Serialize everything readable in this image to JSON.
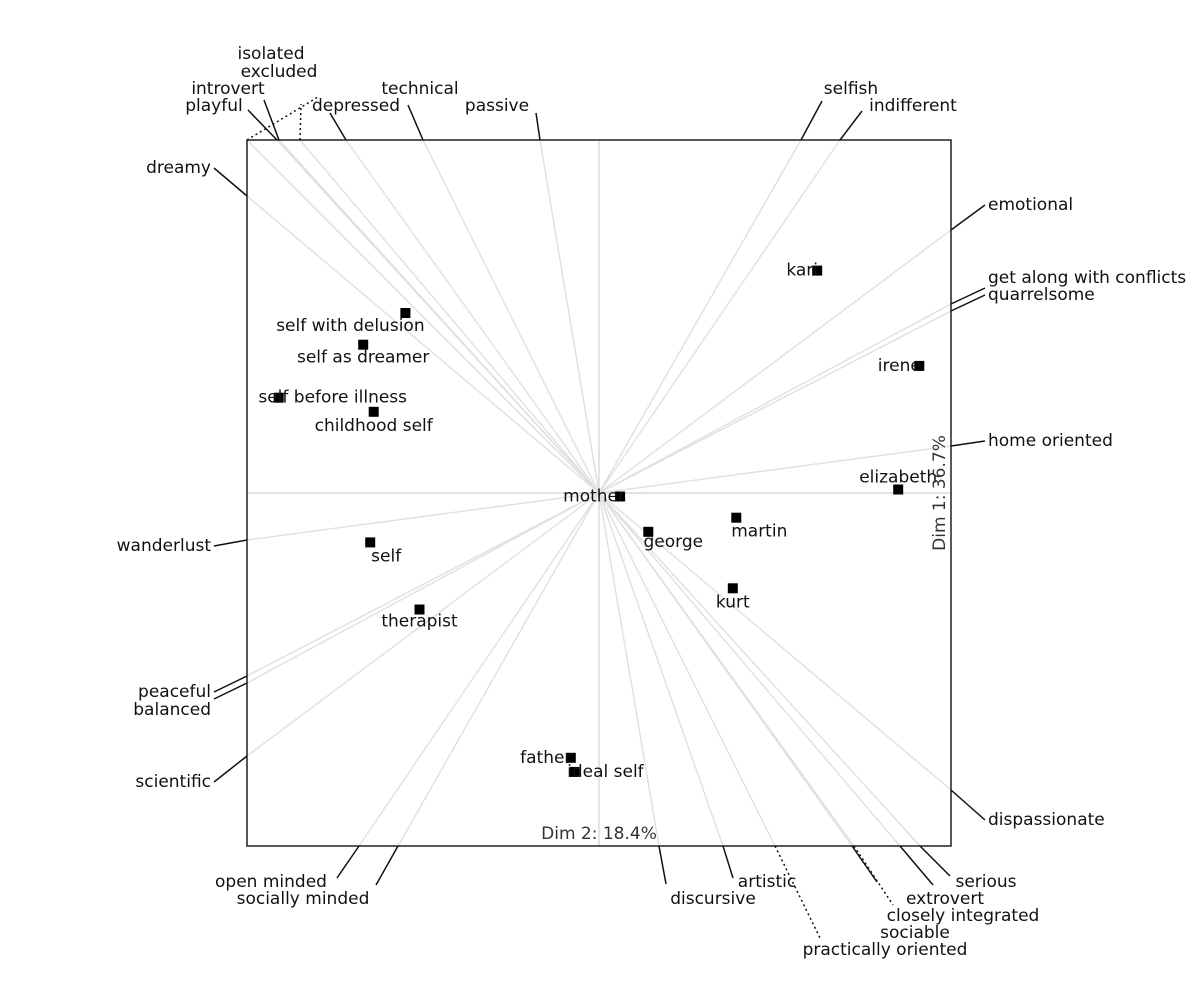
{
  "chart_data": {
    "type": "scatter",
    "xlabel": "Dim 2: 18.4%",
    "ylabel": "Dim 1: 36.7%",
    "xlim": [
      -1,
      1
    ],
    "ylim": [
      -1,
      1
    ],
    "grid": false,
    "elements": [
      {
        "name": "kari",
        "x": 0.62,
        "y": 0.63
      },
      {
        "name": "self with delusion",
        "x": -0.55,
        "y": 0.51
      },
      {
        "name": "self as dreamer",
        "x": -0.67,
        "y": 0.42
      },
      {
        "name": "irene",
        "x": 0.91,
        "y": 0.36
      },
      {
        "name": "self before illness",
        "x": -0.91,
        "y": 0.27
      },
      {
        "name": "childhood self",
        "x": -0.64,
        "y": 0.23
      },
      {
        "name": "elizabeth",
        "x": 0.85,
        "y": 0.01
      },
      {
        "name": "mother",
        "x": 0.06,
        "y": -0.01
      },
      {
        "name": "martin",
        "x": 0.39,
        "y": -0.07
      },
      {
        "name": "george",
        "x": 0.14,
        "y": -0.11
      },
      {
        "name": "self",
        "x": -0.65,
        "y": -0.14
      },
      {
        "name": "kurt",
        "x": 0.38,
        "y": -0.27
      },
      {
        "name": "therapist",
        "x": -0.51,
        "y": -0.33
      },
      {
        "name": "father",
        "x": -0.08,
        "y": -0.75
      },
      {
        "name": "ideal self",
        "x": -0.07,
        "y": -0.79
      }
    ],
    "constructs": {
      "top": [
        "isolated",
        "excluded",
        "introvert",
        "playful",
        "technical",
        "depressed",
        "passive",
        "selfish",
        "indifferent"
      ],
      "right": [
        "emotional",
        "get along with conflicts",
        "quarrelsome",
        "home oriented",
        "dispassionate"
      ],
      "left": [
        "dreamy",
        "wanderlust",
        "peaceful",
        "balanced",
        "scientific"
      ],
      "bottom": [
        "open minded",
        "socially minded",
        "discursive",
        "artistic",
        "serious",
        "extrovert",
        "closely integrated",
        "sociable",
        "practically oriented"
      ]
    }
  }
}
